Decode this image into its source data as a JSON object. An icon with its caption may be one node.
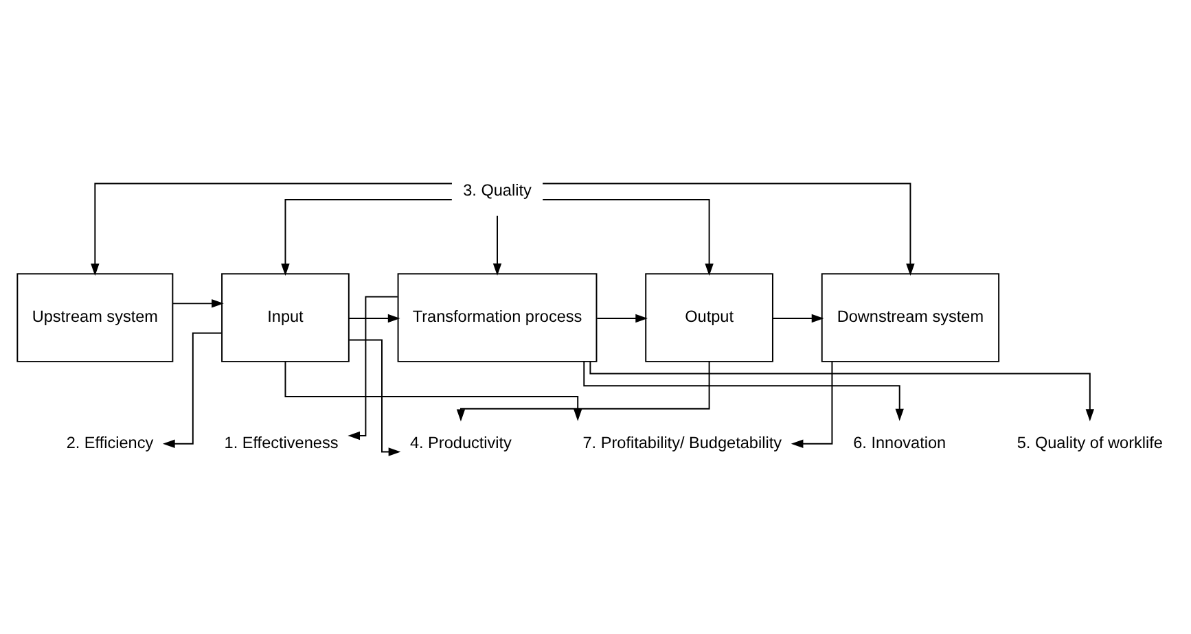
{
  "diagram": {
    "nodes": [
      {
        "text": [
          "Upstream system"
        ]
      },
      {
        "text": [
          "Input"
        ]
      },
      {
        "text": [
          "Transformation process"
        ]
      },
      {
        "text": [
          "Output"
        ]
      },
      {
        "text": [
          "Downstream system"
        ]
      },
      {
        "text": [
          "3. Quality"
        ]
      },
      {
        "text": [
          "1. Effectiveness"
        ]
      },
      {
        "text": [
          "6. Innovation"
        ]
      },
      {
        "text": [
          "2. Efficiency"
        ]
      },
      {
        "text": [
          "5. Quality of worklife"
        ]
      },
      {
        "text": [
          "4. Productivity"
        ]
      },
      {
        "text": [
          "7. Profitability/ Budgetability"
        ]
      }
    ],
    "edges": [
      {
        "from": 0,
        "to": 1,
        "arrow": "to"
      },
      {
        "from": 1,
        "to": 2,
        "arrow": "to"
      },
      {
        "from": 2,
        "to": 3,
        "arrow": "to"
      },
      {
        "from": 3,
        "to": 4,
        "arrow": "to"
      },
      {
        "from": 5,
        "to": 0,
        "arrow": "to"
      },
      {
        "from": 5,
        "to": 1,
        "arrow": "to"
      },
      {
        "from": 5,
        "to": 2,
        "arrow": "to"
      },
      {
        "from": 5,
        "to": 3,
        "arrow": "to"
      },
      {
        "from": 5,
        "to": 4,
        "arrow": "to"
      },
      {
        "from": 2,
        "to": 6,
        "arrow": "to"
      },
      {
        "from": 2,
        "to": 7,
        "arrow": "to"
      },
      {
        "from": 1,
        "to": 8,
        "arrow": "to"
      },
      {
        "from": 2,
        "to": 9,
        "arrow": "to"
      },
      {
        "from": 1,
        "to": 10,
        "arrow": "to"
      },
      {
        "from": 3,
        "to": 10,
        "arrow": "to"
      },
      {
        "from": 1,
        "to": 11,
        "arrow": "to"
      },
      {
        "from": 4,
        "to": 11,
        "arrow": "to"
      }
    ]
  }
}
